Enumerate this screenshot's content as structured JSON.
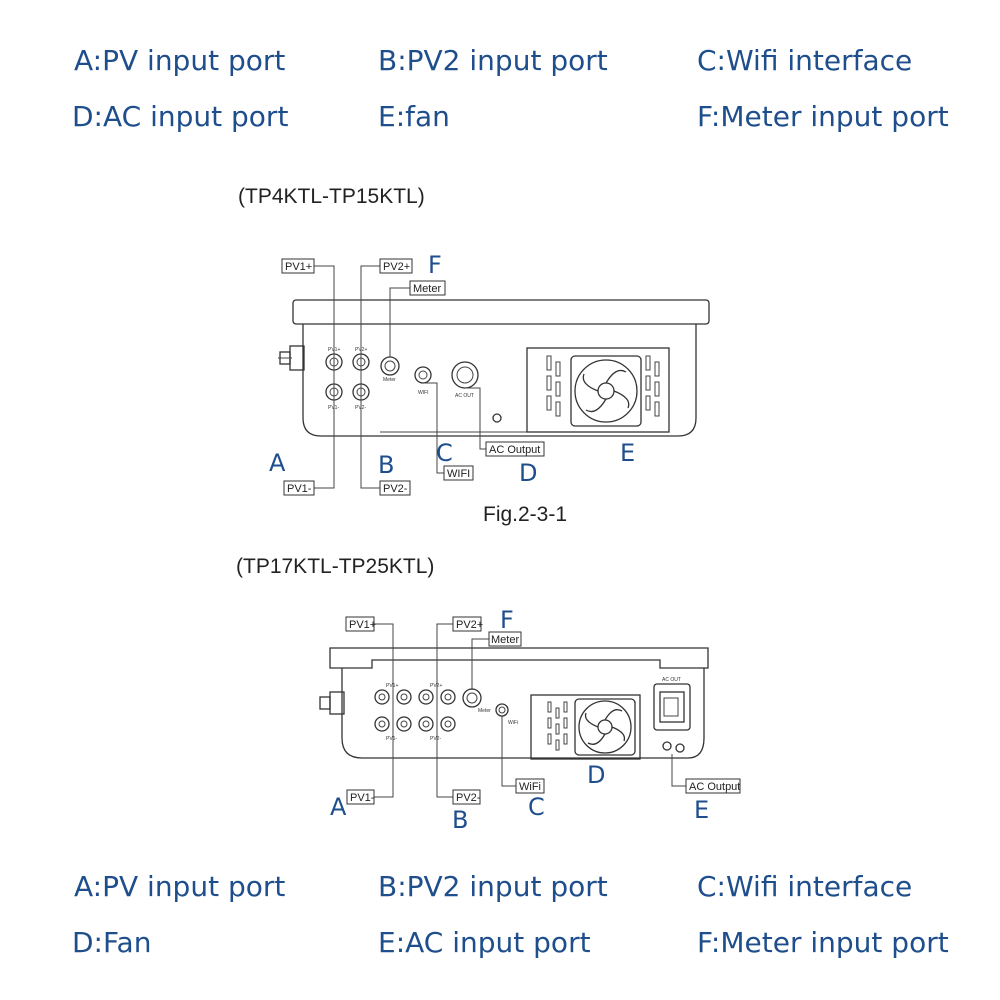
{
  "legend_top": [
    {
      "text": "A:PV input port"
    },
    {
      "text": "B:PV2 input port"
    },
    {
      "text": "C:Wifi interface"
    },
    {
      "text": "D:AC input port"
    },
    {
      "text": "E:fan"
    },
    {
      "text": "F:Meter input port"
    }
  ],
  "legend_bottom": [
    {
      "text": "A:PV input port"
    },
    {
      "text": "B:PV2 input port"
    },
    {
      "text": "C:Wifi interface"
    },
    {
      "text": "D:Fan"
    },
    {
      "text": "E:AC input port"
    },
    {
      "text": "F:Meter input port"
    }
  ],
  "diagram1": {
    "model": "(TP4KTL-TP15KTL)",
    "caption": "Fig.2-3-1",
    "tags": {
      "pv1_plus": "PV1+",
      "pv2_plus": "PV2+",
      "meter": "Meter",
      "pv1_minus": "PV1-",
      "pv2_minus": "PV2-",
      "wifi": "WIFI",
      "ac_output": "AC Output"
    },
    "letters": {
      "a": "A",
      "b": "B",
      "c": "C",
      "d": "D",
      "e": "E",
      "f": "F"
    },
    "port_labels": {
      "pv1p": "PV1+",
      "pv2p": "PV2+",
      "meter": "Meter",
      "pv1m": "PV1-",
      "pv2m": "PV2-",
      "wifi": "WIFI",
      "acout": "AC OUT"
    }
  },
  "diagram2": {
    "model": "(TP17KTL-TP25KTL)",
    "tags": {
      "pv1_plus": "PV1+",
      "pv2_plus": "PV2+",
      "meter": "Meter",
      "pv1_minus": "PV1-",
      "pv2_minus": "PV2-",
      "wifi": "WiFi",
      "ac_output": "AC Output"
    },
    "letters": {
      "a": "A",
      "b": "B",
      "c": "C",
      "d": "D",
      "e": "E",
      "f": "F"
    },
    "port_labels": {
      "pv1p": "PV1+",
      "pv2p": "PV2+",
      "meter": "Meter",
      "pv1m": "PV1-",
      "pv2m": "PV2-",
      "wifi": "WiFi",
      "acout": "AC OUT"
    }
  },
  "colors": {
    "legend": "#1f4e8c",
    "line": "#333333"
  }
}
